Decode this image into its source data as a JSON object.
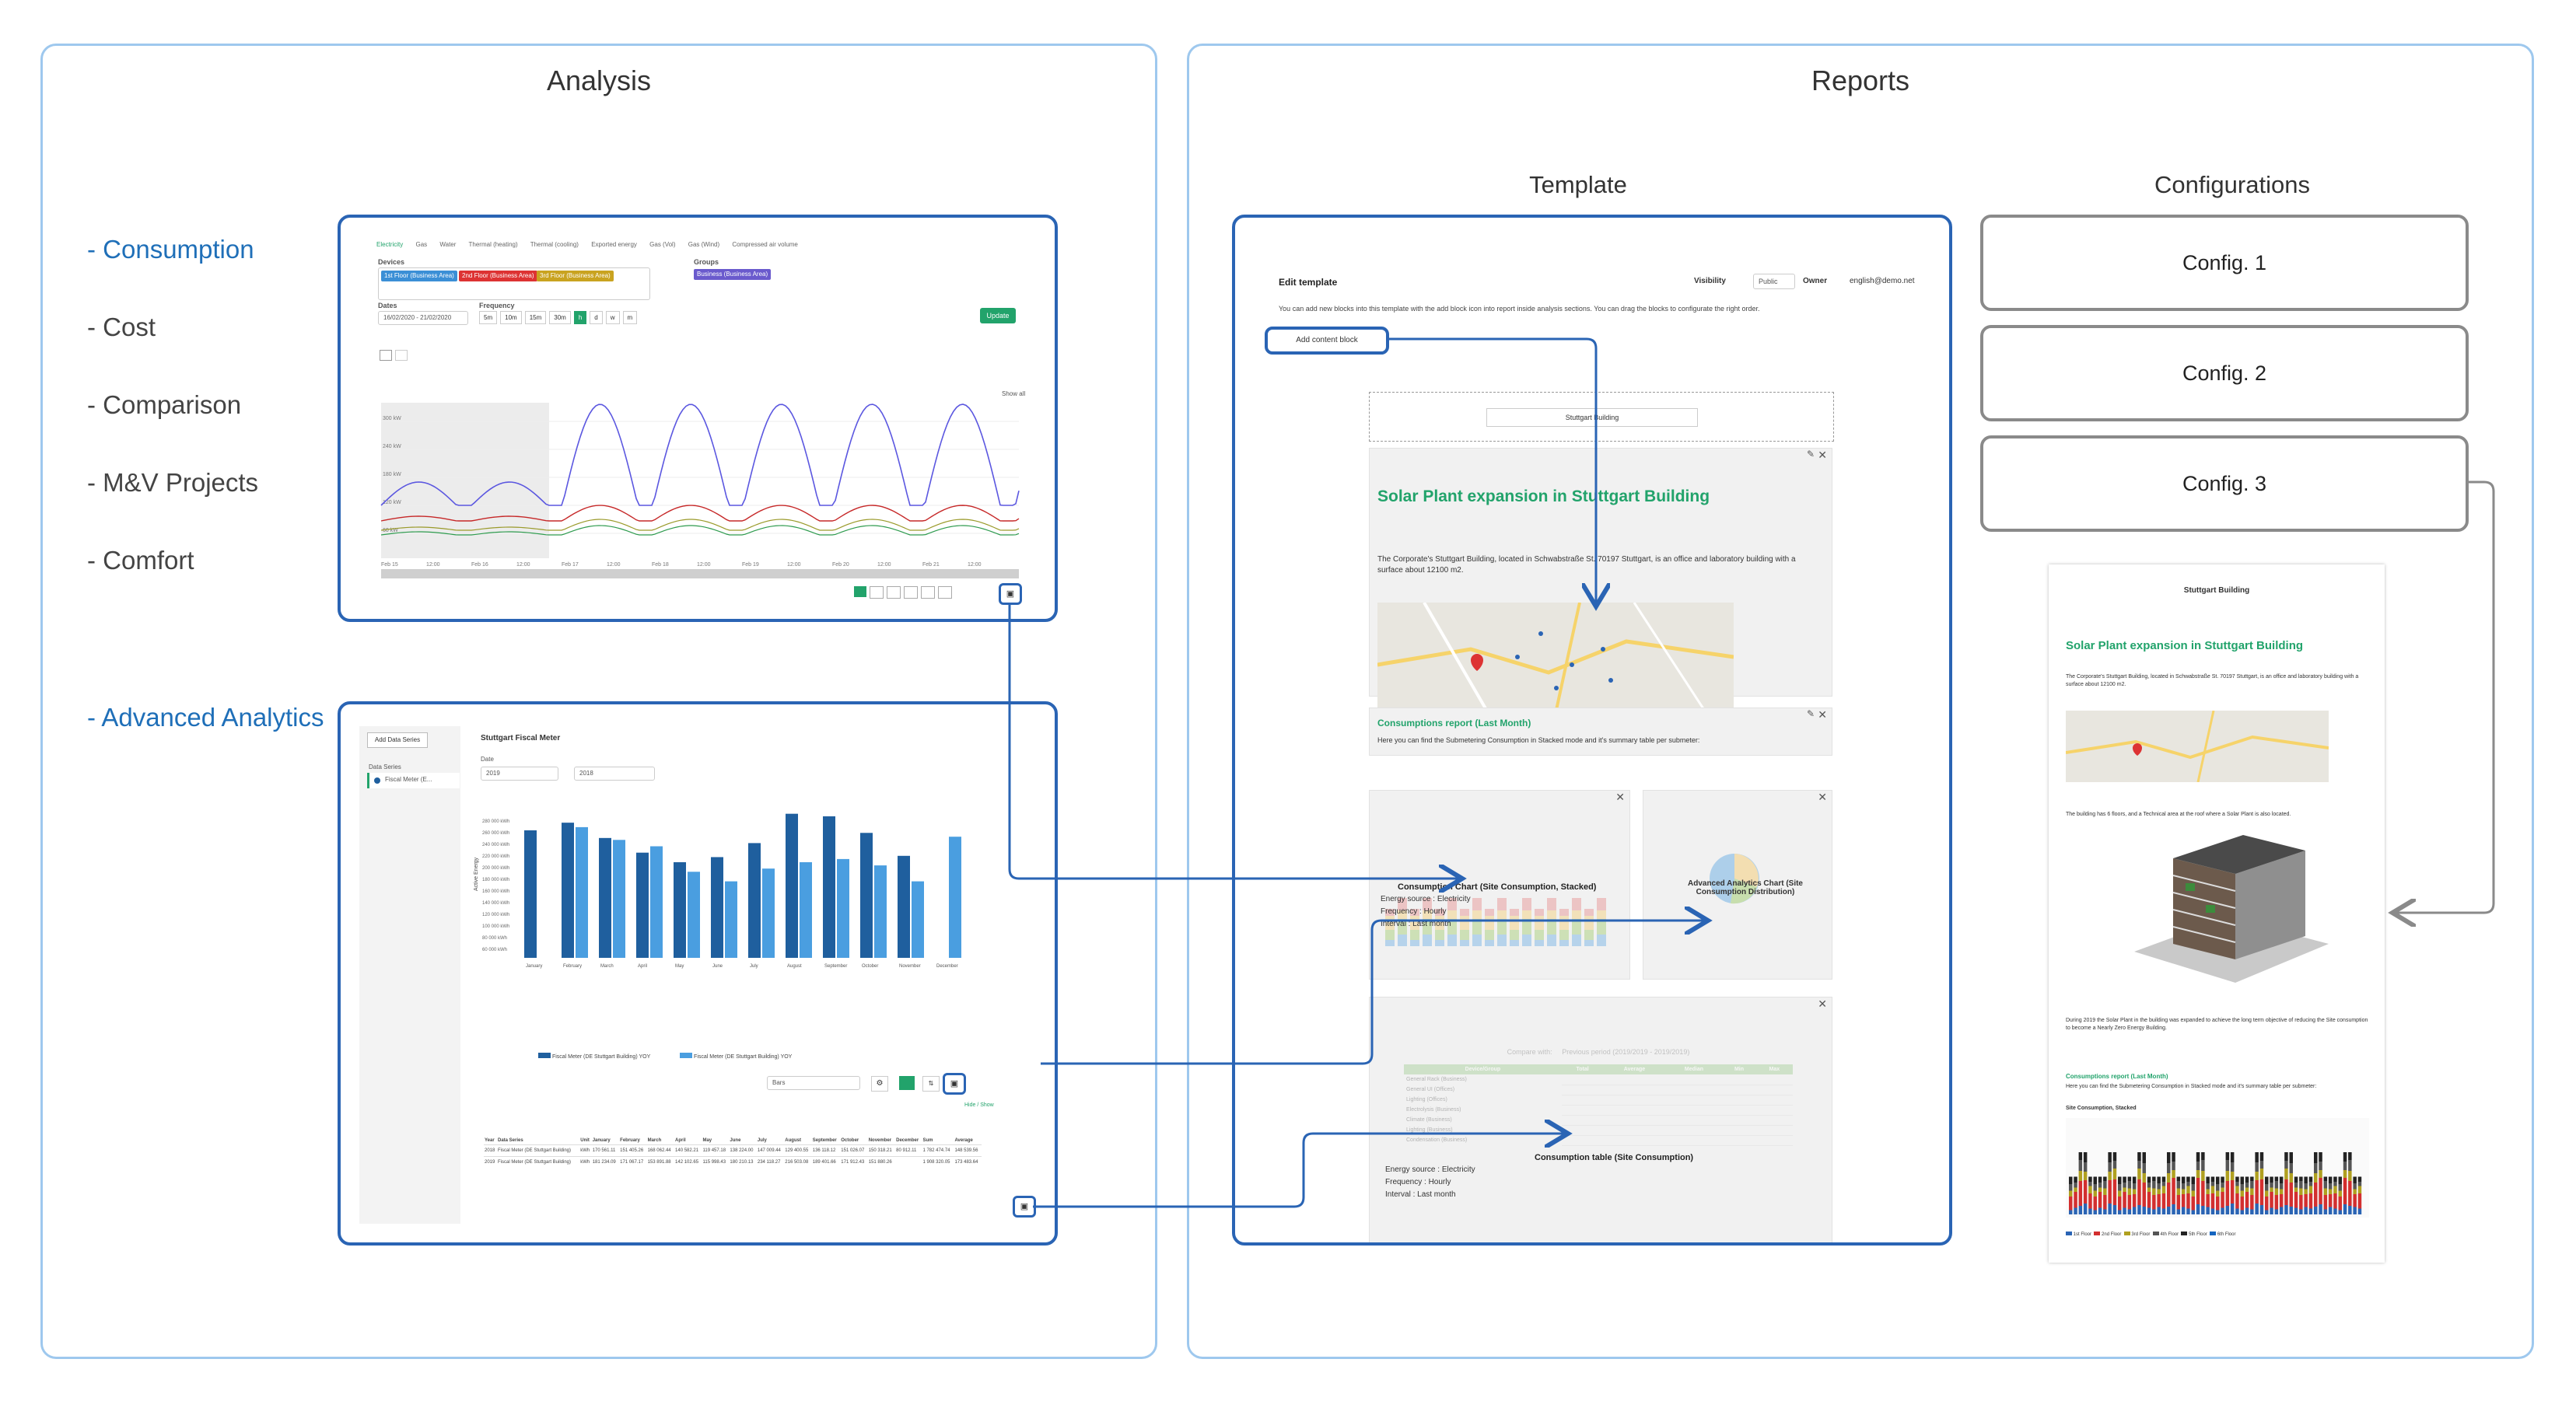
{
  "analysis": {
    "title": "Analysis",
    "menu": [
      {
        "label": "- Consumption",
        "active": true
      },
      {
        "label": "- Cost",
        "active": false
      },
      {
        "label": "- Comparison",
        "active": false
      },
      {
        "label": "- M&V Projects",
        "active": false
      },
      {
        "label": "- Comfort",
        "active": false
      },
      {
        "label": "- Advanced Analytics",
        "active": true
      }
    ],
    "consumption_shot": {
      "tabs": [
        "Electricity",
        "Gas",
        "Water",
        "Thermal (heating)",
        "Thermal (cooling)",
        "Exported energy",
        "Gas (Vol)",
        "Gas (Wind)",
        "Compressed air volume"
      ],
      "devices_label": "Devices",
      "groups_label": "Groups",
      "device_chips": [
        "1st Floor (Business Area)",
        "2nd Floor (Business Area)",
        "3rd Floor (Business Area)"
      ],
      "group_chip": "Business (Business Area)",
      "dates_label": "Dates",
      "date_value": "16/02/2020 - 21/02/2020",
      "frequency_label": "Frequency",
      "frequency_options": [
        "5m",
        "10m",
        "15m",
        "30m",
        "h",
        "d",
        "w",
        "m"
      ],
      "update_label": "Update",
      "show_all": "Show all",
      "x_ticks": [
        "Feb 15",
        "12:00",
        "Feb 16",
        "12:00",
        "Feb 17",
        "12:00",
        "Feb 18",
        "12:00",
        "Feb 19",
        "12:00",
        "Feb 20",
        "12:00",
        "Feb 21",
        "12:00"
      ],
      "y_ticks": [
        "300 kW",
        "240 kW",
        "180 kW",
        "120 kW",
        "60 kW"
      ]
    },
    "advanced_shot": {
      "add_series": "Add Data Series",
      "data_series_label": "Data Series",
      "series_item": "Fiscal Meter (E...",
      "chart_title": "Stuttgart Fiscal Meter",
      "date_label": "Date",
      "year_from": "2019",
      "year_to": "2018",
      "y_axis_label": "Active Energy",
      "y_ticks": [
        "280 000 kWh",
        "260 000 kWh",
        "240 000 kWh",
        "220 000 kWh",
        "200 000 kWh",
        "180 000 kWh",
        "160 000 kWh",
        "140 000 kWh",
        "120 000 kWh",
        "100 000 kWh",
        "80 000 kWh",
        "60 000 kWh"
      ],
      "months": [
        "January",
        "February",
        "March",
        "April",
        "May",
        "June",
        "July",
        "August",
        "September",
        "October",
        "November",
        "December"
      ],
      "legend": [
        "Fiscal Meter (DE Stuttgart Building) YOY",
        "Fiscal Meter (DE Stuttgart Building) YOY"
      ],
      "selector": "Bars",
      "hide_show": "Hide / Show",
      "table_headers": [
        "Year",
        "Data Series",
        "Unit",
        "January",
        "February",
        "March",
        "April",
        "May",
        "June",
        "July",
        "August",
        "September",
        "October",
        "November",
        "December",
        "Sum",
        "Average"
      ],
      "table_rows": [
        [
          "2018",
          "Fiscal Meter (DE Stuttgart Building)",
          "kWh",
          "170 561.11",
          "151 405.26",
          "168 062.44",
          "140 582.21",
          "119 457.18",
          "138 224.00",
          "147 009.44",
          "129 400.55",
          "136 118.12",
          "151 026.07",
          "150 318.21",
          "80 912.11",
          "1 782 474.74",
          "148 539.56"
        ],
        [
          "2019",
          "Fiscal Meter (DE Stuttgart Building)",
          "kWh",
          "181 234.09",
          "171 067.17",
          "153 891.88",
          "142 102.65",
          "115 998.43",
          "180 210.13",
          "234 118.27",
          "216 503.08",
          "189 401.66",
          "171 912.43",
          "151 880.26",
          "",
          "1 908 320.05",
          "173 483.64"
        ]
      ]
    }
  },
  "reports": {
    "title": "Reports",
    "template_title": "Template",
    "configurations_title": "Configurations",
    "configs": [
      "Config. 1",
      "Config. 2",
      "Config. 3"
    ],
    "template": {
      "edit_template": "Edit template",
      "visibility_label": "Visibility",
      "visibility_value": "Public",
      "owner_label": "Owner",
      "owner_value": "english@demo.net",
      "instructions": "You can add new blocks into this template with the add block icon into report inside analysis sections. You can drag the blocks to configurate the right order.",
      "add_block": "Add content block",
      "building_title": "Stuttgart Building",
      "heading": "Solar Plant expansion in Stuttgart Building",
      "paragraph": "The Corporate's Stuttgart Building, located in Schwabstraße St. 70197 Stuttgart, is an office and laboratory building with a surface about 12100 m2.",
      "consumption_report_title": "Consumptions report (Last Month)",
      "consumption_report_text": "Here you can find the Submetering Consumption in Stacked mode and it's summary table per submeter:",
      "chart_card_title": "Consumption Chart (Site Consumption, Stacked)",
      "chart_card_source": "Energy source : Electricity",
      "chart_card_freq": "Frequency : Hourly",
      "chart_card_interval": "Interval : Last month",
      "adv_card_title": "Advanced Analytics Chart (Site Consumption Distribution)",
      "table_card_title": "Consumption table (Site Consumption)",
      "table_card_source": "Energy source : Electricity",
      "table_card_freq": "Frequency : Hourly",
      "table_card_interval": "Interval : Last month",
      "table_compare_a": "Compare with:",
      "table_compare_b": "Previous period (2019/2019 - 2019/2019)",
      "table_headers": [
        "Device/Group",
        "Total",
        "Average",
        "Median",
        "Min",
        "Max"
      ],
      "table_rows": [
        "General Rack (Business)",
        "General UI (Offices)",
        "Lighting (Offices)",
        "Electrolysis (Business)",
        "Climate (Business)",
        "Lighting (Business)",
        "Condensation (Business)"
      ]
    },
    "preview": {
      "building_title": "Stuttgart Building",
      "heading": "Solar Plant expansion in Stuttgart Building",
      "paragraph": "The Corporate's Stuttgart Building, located in Schwabstraße St. 70197 Stuttgart, is an office and laboratory building with a surface about 12100 m2.",
      "floors_text": "The building has 6 floors, and a Technical area at the roof where a Solar Plant is also located.",
      "solar_text": "During 2019 the Solar Plant in the building was expanded to achieve the long term objective of reducing the Site consumption to become a Nearly Zero Energy Building.",
      "consumption_title": "Consumptions report (Last Month)",
      "consumption_text": "Here you can find the Submetering Consumption in Stacked mode and it's summary table per submeter:",
      "chart_title": "Site Consumption, Stacked",
      "legend": [
        "1st Floor",
        "2nd Floor",
        "3rd Floor",
        "4th Floor",
        "5th Floor",
        "6th Floor"
      ]
    }
  },
  "colors": {
    "panel_border": "#9ec8ee",
    "highlight_border": "#2a64b4",
    "accent_blue": "#1f6fb8",
    "green": "#22a36b",
    "bar_dark": "#1f5f9e",
    "bar_light": "#4a9ee0"
  }
}
